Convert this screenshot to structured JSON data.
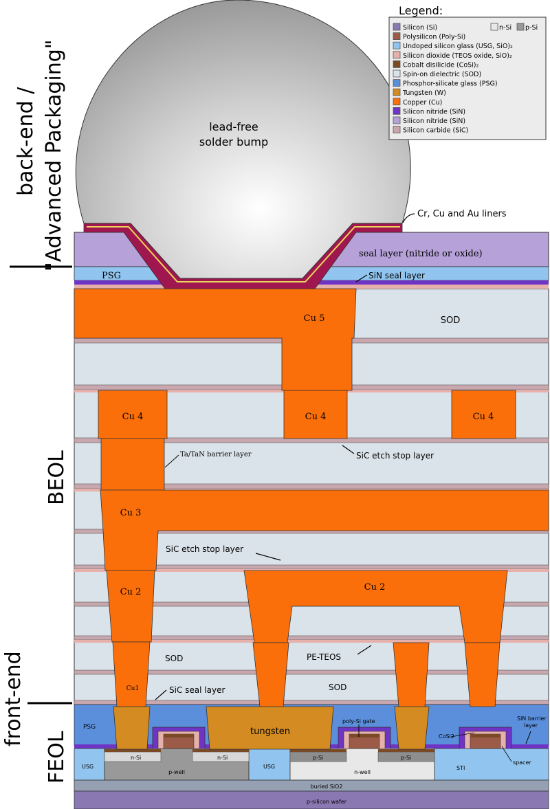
{
  "colors": {
    "sod": "#dbe3ea",
    "cu": "#fb6f0a",
    "sic": "#c8a8ae",
    "usg": "#91c5ef",
    "teos": "#e6b0ab",
    "psg": "#5b8fdb",
    "tungsten": "#d38b22",
    "sin": "#6f34c5",
    "nitride_seal": "#b6a2d9",
    "wafer": "#8a78b3",
    "buried": "#96a0b3",
    "pwell": "#999999",
    "nwell": "#e8e8e8",
    "poly": "#9b5b48",
    "cosi": "#7a4a26",
    "bump_liner": "#a0164f",
    "gold_liner": "#e9d65a"
  },
  "side_labels": {
    "backend": "back-end /",
    "adv": "\"Advanced Packaging\"",
    "beol": "BEOL",
    "frontend": "front-end",
    "feol": "FEOL"
  },
  "bump": {
    "line1": "lead-free",
    "line2": "solder bump",
    "liners": "Cr, Cu and Au liners"
  },
  "labels": {
    "seal_layer": "seal layer (nitride or oxide)",
    "psg": "PSG",
    "sin_seal": "SiN seal layer",
    "cu5": "Cu 5",
    "sod_top": "SOD",
    "cu4": "Cu 4",
    "barrier": "Ta/TaN barrier layer",
    "sic_stop1": "SiC etch stop layer",
    "cu3": "Cu 3",
    "sic_stop2": "SiC etch stop layer",
    "cu2": "Cu 2",
    "sod_mid": "SOD",
    "pe_teos": "PE-TEOS",
    "cu1": "Cu1",
    "sod_low": "SOD",
    "sic_seal": "SiC seal layer",
    "psg_feol": "PSG",
    "tungsten": "tungsten",
    "poly_gate": "poly-Si gate",
    "sin_barrier1": "SiN barrier",
    "sin_barrier2": "layer",
    "cosi2": "CoSi2",
    "usg": "USG",
    "nsi_a": "n-Si",
    "nsi_b": "n-Si",
    "pwell": "p-well",
    "usg2": "USG",
    "psi_a": "p-Si",
    "psi_b": "p-Si",
    "nwell": "n-well",
    "sti": "STI",
    "spacer": "spacer",
    "buried": "buried SiO2",
    "wafer": "p-silicon wafer"
  },
  "legend": {
    "title": "Legend:",
    "nsi": "n-Si",
    "psi": "p-Si",
    "items": [
      {
        "label": "Silicon (Si)",
        "color": "#8a78b3"
      },
      {
        "label": "Polysilicon (Poly-Si)",
        "color": "#9b5b48"
      },
      {
        "label": "Undoped silicon glass (USG, SiO)₂",
        "color": "#91c5ef"
      },
      {
        "label": "Silicon dioxide (TEOS oxide, SiO)₂",
        "color": "#e6b0ab"
      },
      {
        "label": "Cobalt disilicide (CoSi)₂",
        "color": "#7a4a26"
      },
      {
        "label": "Spin-on dielectric (SOD)",
        "color": "#dbe3ea"
      },
      {
        "label": "Phosphor-silicate glass (PSG)",
        "color": "#5b8fdb"
      },
      {
        "label": "Tungsten (W)",
        "color": "#d38b22"
      },
      {
        "label": "Copper (Cu)",
        "color": "#fb6f0a"
      },
      {
        "label": "Silicon nitride (SiN)",
        "color": "#6f34c5"
      },
      {
        "label": "Silicon nitride (SiN)",
        "color": "#b6a2d9"
      },
      {
        "label": "Silicon carbide (SiC)",
        "color": "#c8a8ae"
      }
    ]
  }
}
